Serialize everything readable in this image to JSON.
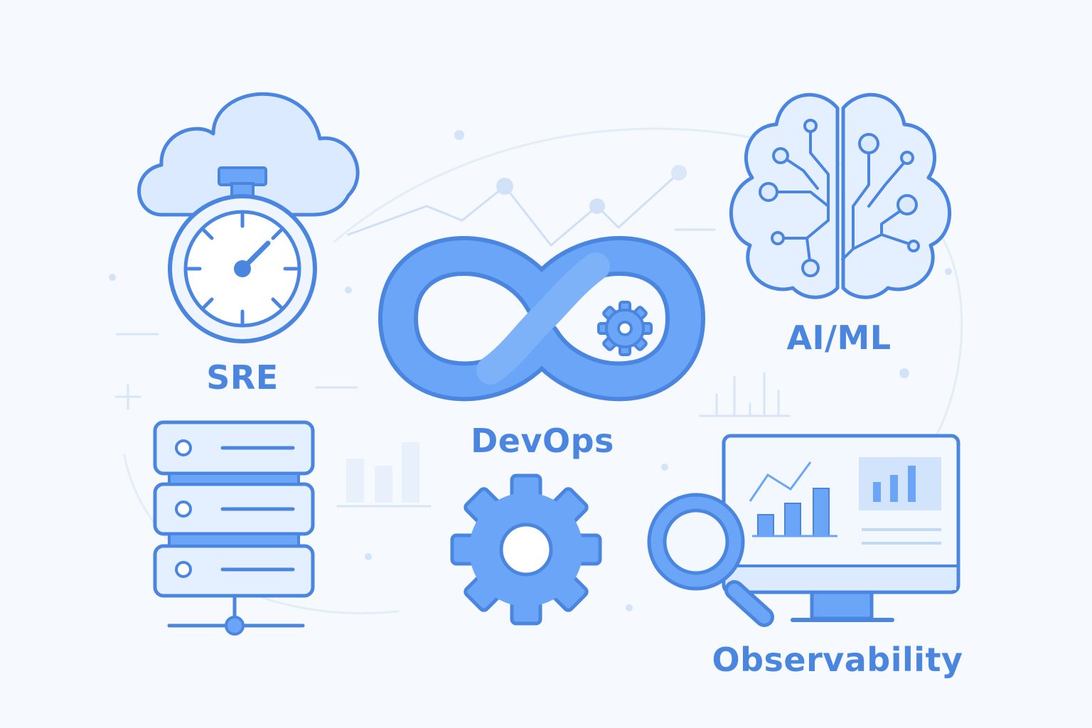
{
  "colors": {
    "primary": "#4a86e0",
    "fill_light": "#dbeafe",
    "fill_mid": "#6aa5f7",
    "background": "#f6f9fd",
    "faint": "#c9dcf6"
  },
  "labels": {
    "sre": "SRE",
    "devops": "DevOps",
    "aiml": "AI/ML",
    "observability": "Observability"
  },
  "icons": [
    "cloud-icon",
    "stopwatch-icon",
    "server-stack-icon",
    "infinity-loop-icon",
    "gear-icon",
    "brain-circuit-icon",
    "monitor-dashboard-icon",
    "magnifier-icon"
  ]
}
